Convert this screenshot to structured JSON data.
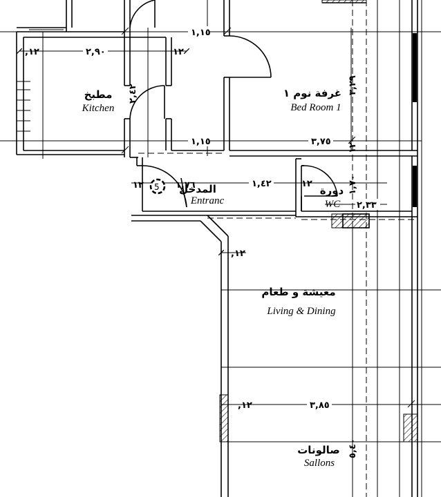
{
  "rooms": {
    "kitchen": {
      "ar": "مطبخ",
      "en": "Kitchen"
    },
    "bedroom": {
      "ar": "غرفة نوم ١",
      "en": "Bed Room 1"
    },
    "entrance": {
      "ar": "المدخل",
      "en": "Entranc"
    },
    "wc": {
      "ar": "دورة",
      "en": "WC"
    },
    "living": {
      "ar": "معيشة و طعام",
      "en": "Living & Dining"
    },
    "sallons": {
      "ar": "صالونات",
      "en": "Sallons"
    }
  },
  "dimensions": {
    "kitchen_top_width": "١,١٥",
    "kitchen_width": "٢,٩٠",
    "kitchen_wall_left": ",١٢",
    "kitchen_wall_right": "١٢",
    "kitchen_height": "٢,٤٢",
    "kitchen_bottom_width": "١,١٥",
    "bedroom_height": "٣,٢٩",
    "bedroom_width": "٣,٧٥",
    "bedroom_wall": "١٢",
    "entrance_width": "١,٤٢",
    "entrance_wall": "١٢",
    "entrance_left_a": "١٢",
    "entrance_left_b": "١,٧٦",
    "wc_height": "١,٧٠",
    "wc_width": "٢,٣٣",
    "living_wall": ",١٢",
    "sallons_wall": ",١٢",
    "sallons_width": "٣,٨٥",
    "sallons_height": "٥,٤٠",
    "entrance_marker": "5"
  }
}
